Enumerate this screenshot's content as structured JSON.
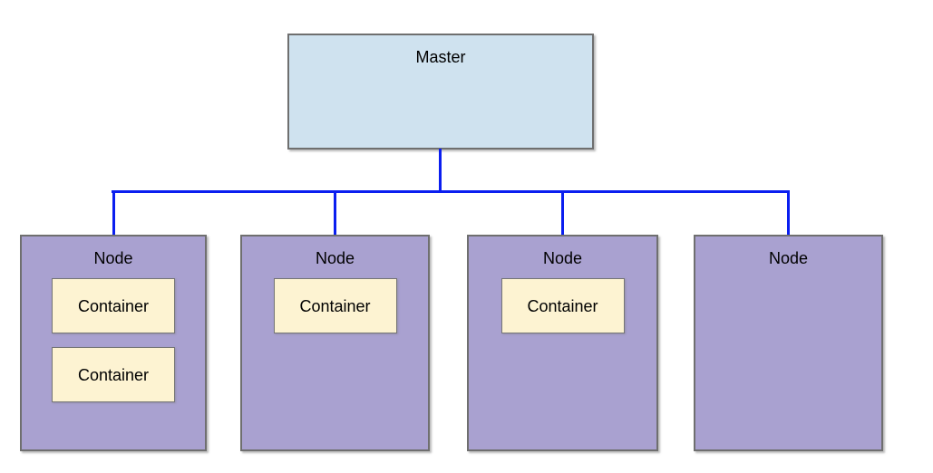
{
  "diagram": {
    "master": {
      "label": "Master"
    },
    "nodes": [
      {
        "label": "Node",
        "containers": [
          {
            "label": "Container"
          },
          {
            "label": "Container"
          }
        ]
      },
      {
        "label": "Node",
        "containers": [
          {
            "label": "Container"
          }
        ]
      },
      {
        "label": "Node",
        "containers": [
          {
            "label": "Container"
          }
        ]
      },
      {
        "label": "Node",
        "containers": []
      }
    ],
    "colors": {
      "master_fill": "#cfe2ef",
      "node_fill": "#a9a1d0",
      "container_fill": "#fdf3d2",
      "shape_border": "#6f6f6f",
      "connector_blue": "#0a1ef0",
      "text": "#000000",
      "background": "#ffffff"
    }
  }
}
